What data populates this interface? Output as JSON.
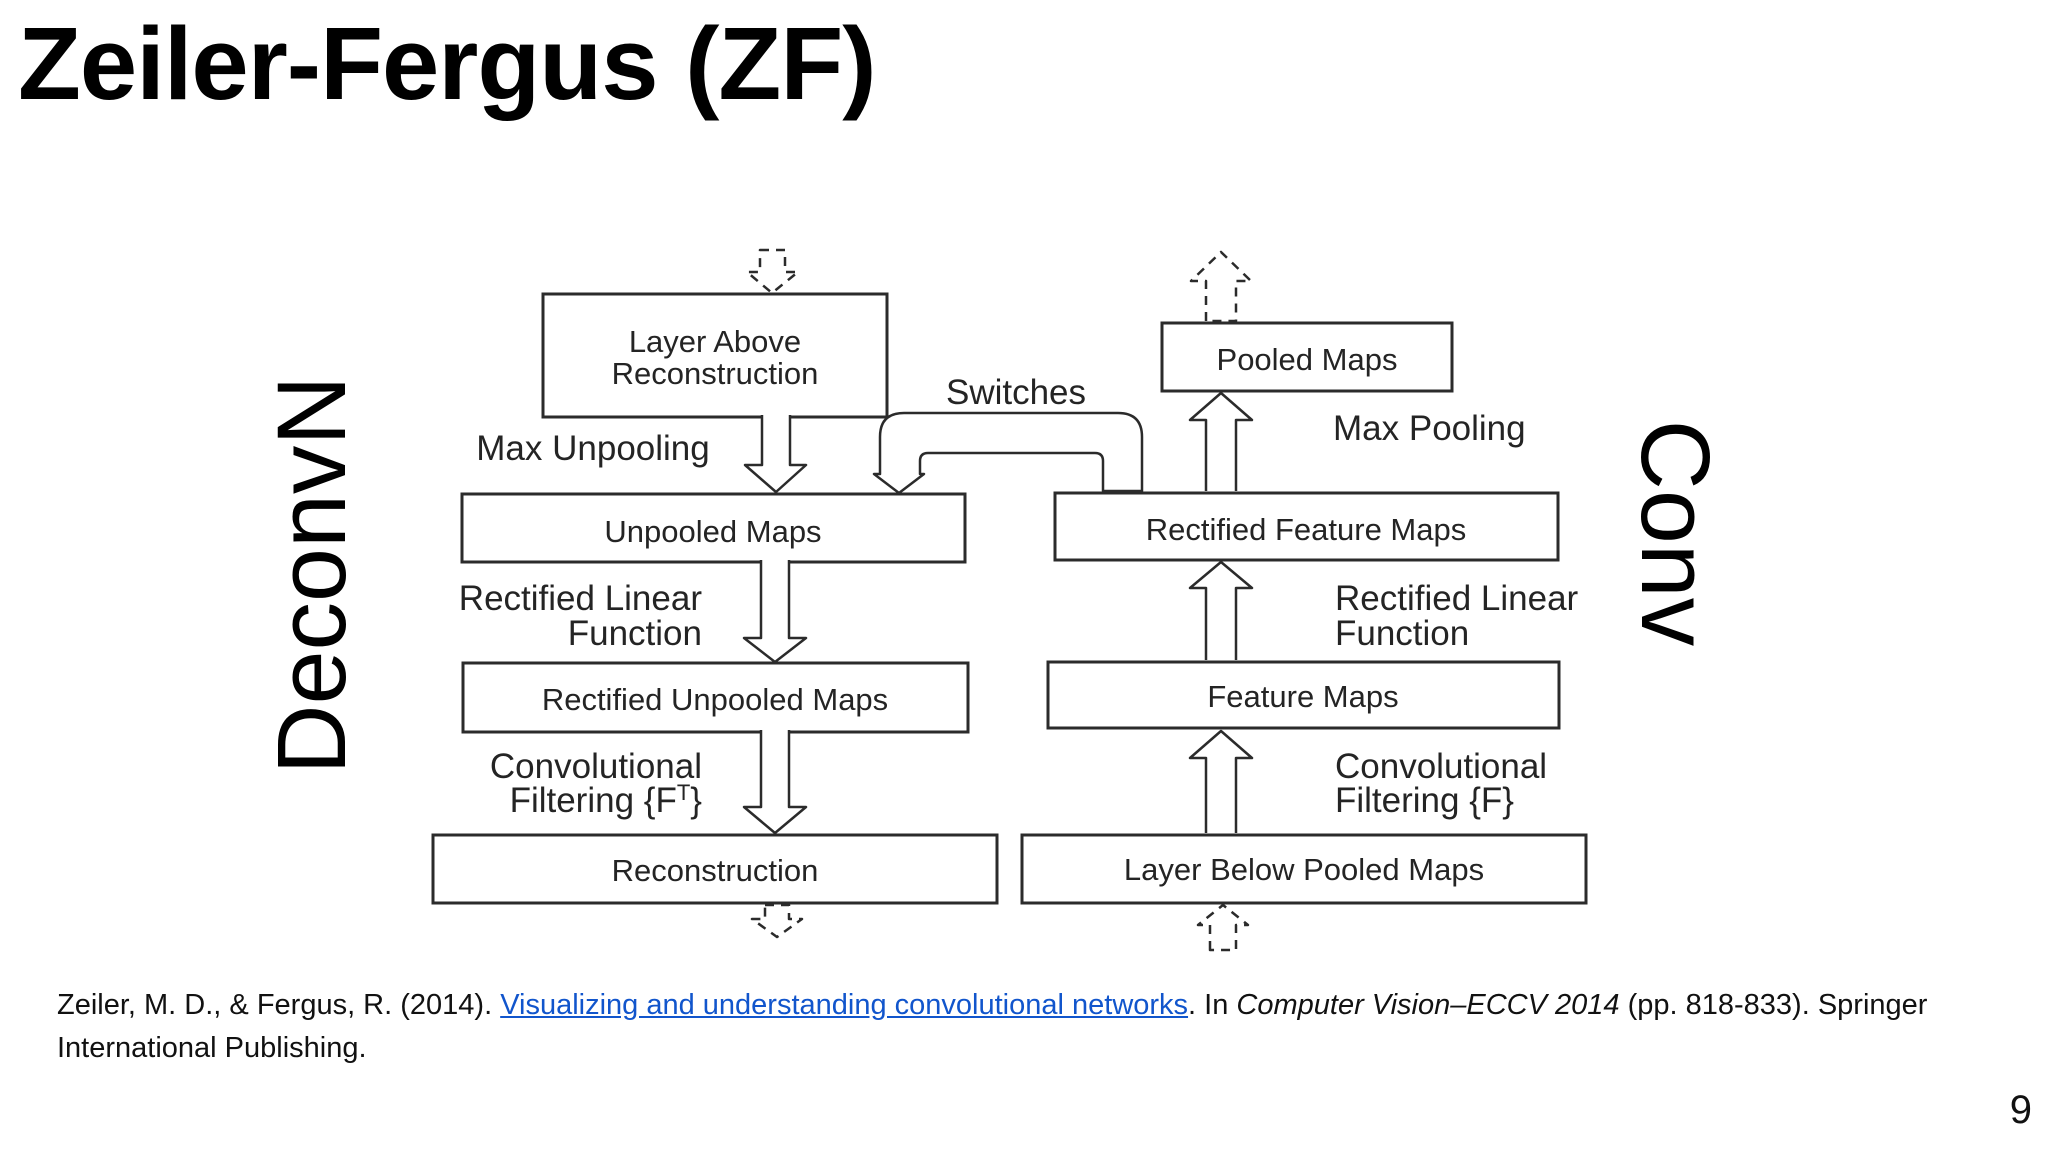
{
  "slide": {
    "title": "Zeiler-Fergus (ZF)",
    "page_number": "9",
    "background_color": "#ffffff"
  },
  "diagram": {
    "ink_color": "#2b2b2b",
    "left_track_label": "DeconvN",
    "right_track_label": "Conv",
    "switches_label": "Switches",
    "left_column": {
      "boxes": {
        "layer_above_line1": "Layer Above",
        "layer_above_line2": "Reconstruction",
        "unpooled": "Unpooled Maps",
        "rectified_unpooled": "Rectified Unpooled Maps",
        "reconstruction": "Reconstruction"
      },
      "ops": {
        "max_unpooling": "Max Unpooling",
        "relu_line1": "Rectified Linear",
        "relu_line2": "Function",
        "conv_line1": "Convolutional",
        "conv_line2_pre": "Filtering {F",
        "conv_line2_sup": "T",
        "conv_line2_post": "}"
      }
    },
    "right_column": {
      "boxes": {
        "pooled": "Pooled Maps",
        "rectified_feature": "Rectified Feature Maps",
        "feature": "Feature Maps",
        "layer_below": "Layer Below Pooled Maps"
      },
      "ops": {
        "max_pooling": "Max Pooling",
        "relu_line1": "Rectified Linear",
        "relu_line2": "Function",
        "conv_line1": "Convolutional",
        "conv_line2": "Filtering {F}"
      }
    }
  },
  "citation": {
    "pre_link": "Zeiler, M. D., & Fergus, R. (2014). ",
    "link_text": "Visualizing and understanding convolutional networks",
    "mid": ". In ",
    "italic_text": "Computer Vision–ECCV 2014",
    "post": " (pp. 818-833). Springer International Publishing.",
    "link_color": "#1155cc"
  }
}
